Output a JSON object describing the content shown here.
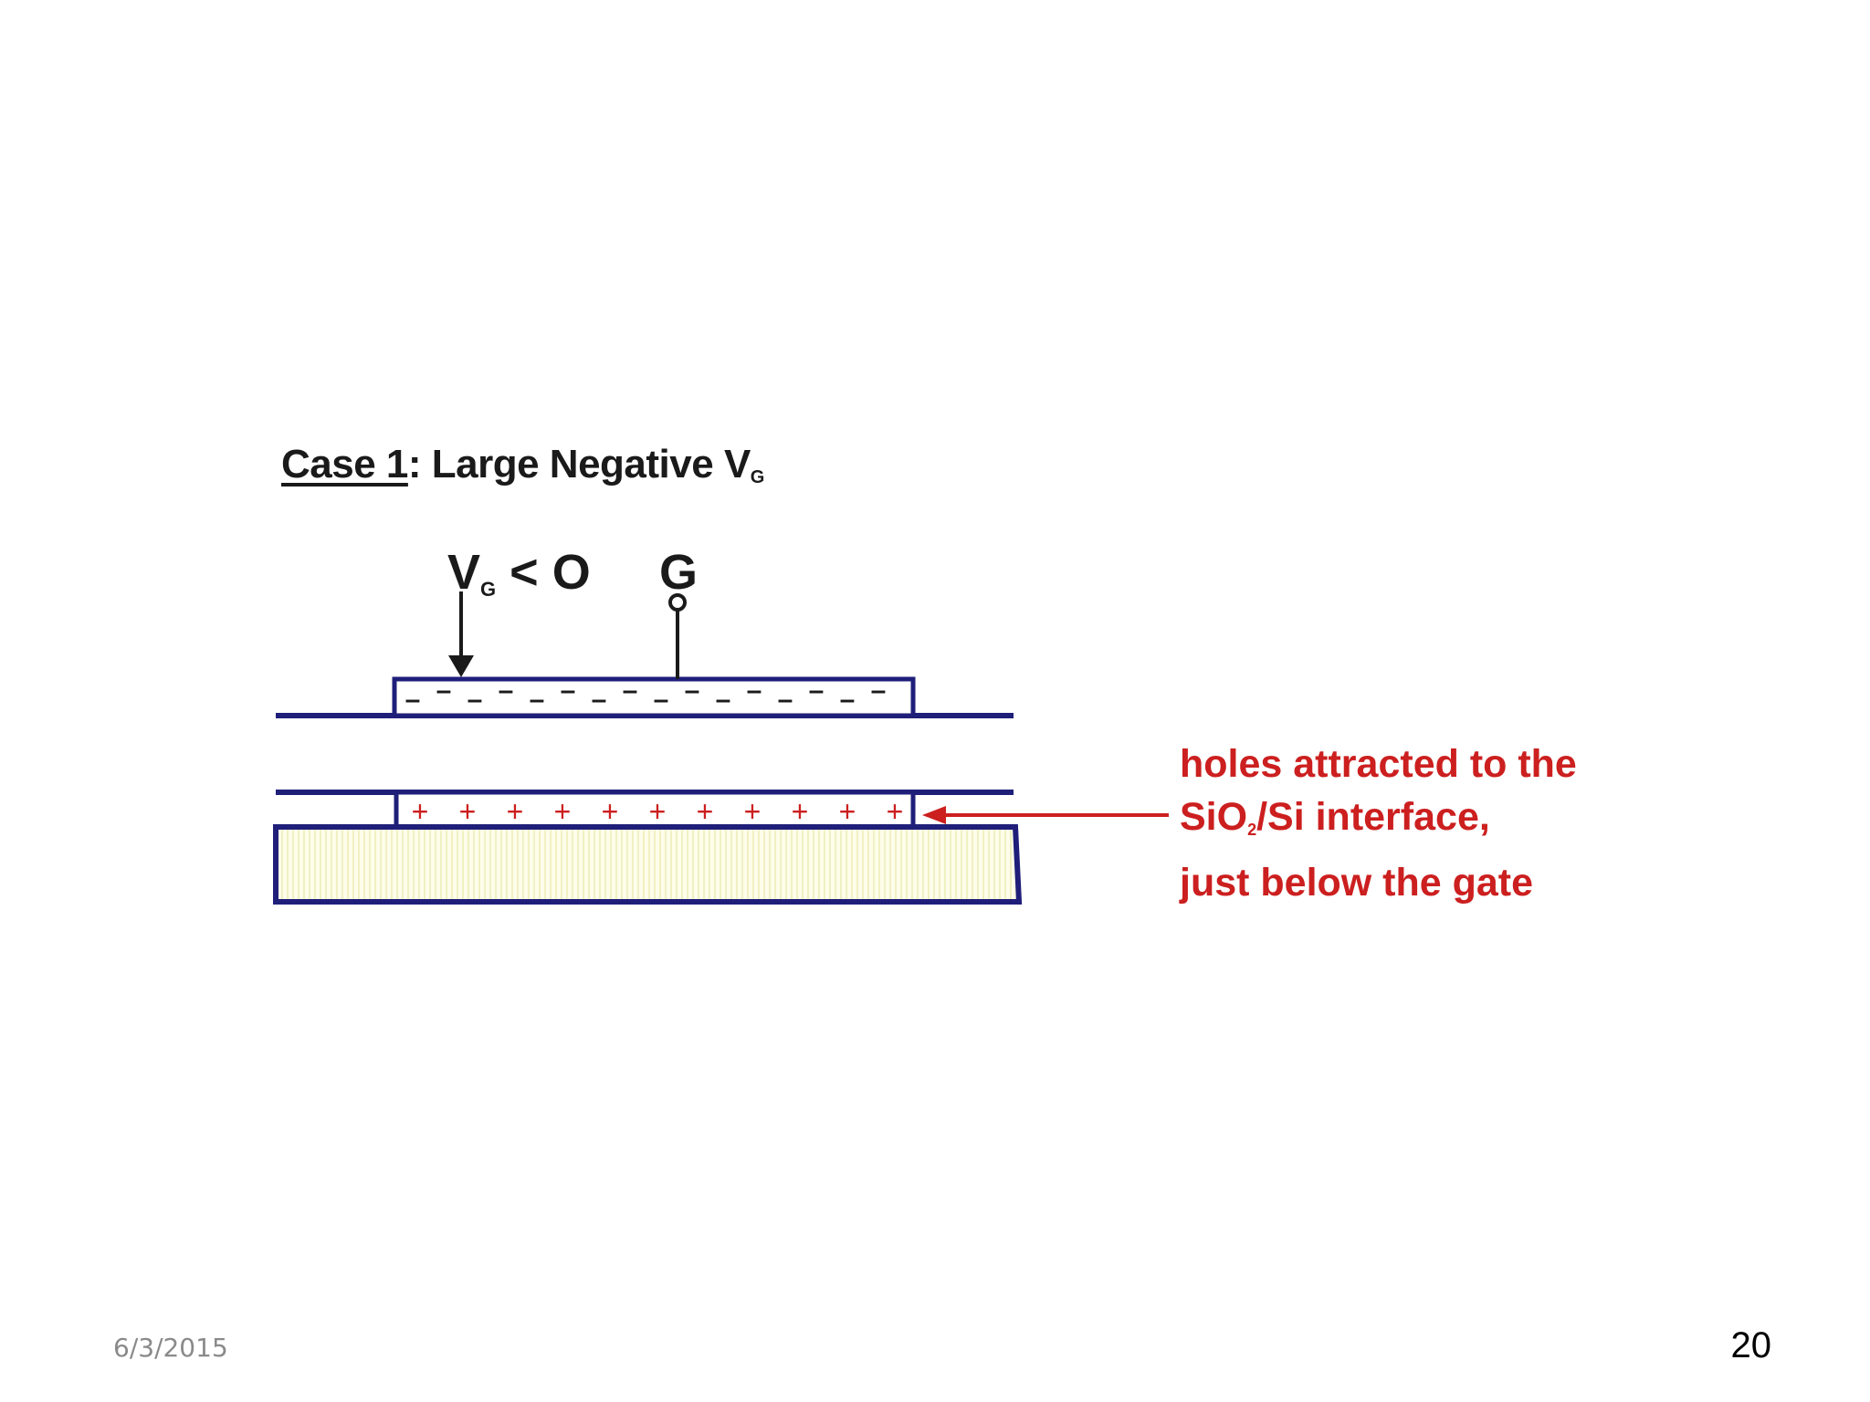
{
  "diagram": {
    "title": {
      "case_word": "Case 1",
      "rest": ": Large Negative V",
      "subscript": "G"
    },
    "voltage_label": {
      "main": "V",
      "subscript": "G",
      "relation": " < O"
    },
    "gate_label": "G",
    "gate_charge_symbol": "–",
    "substrate_charge_symbol": "+",
    "annotation": {
      "line1": "holes attracted to the",
      "line2_pre": "SiO",
      "line2_sub": "2",
      "line2_post": "/Si interface,",
      "line3": "just below the gate"
    },
    "colors": {
      "outline": "#1f1f7a",
      "charge": "#cc1f1f",
      "substrate_fill": "#fbfbe4",
      "text": "#1a1a1a"
    }
  },
  "footer": {
    "date": "6/3/2015",
    "page_number": "20"
  }
}
